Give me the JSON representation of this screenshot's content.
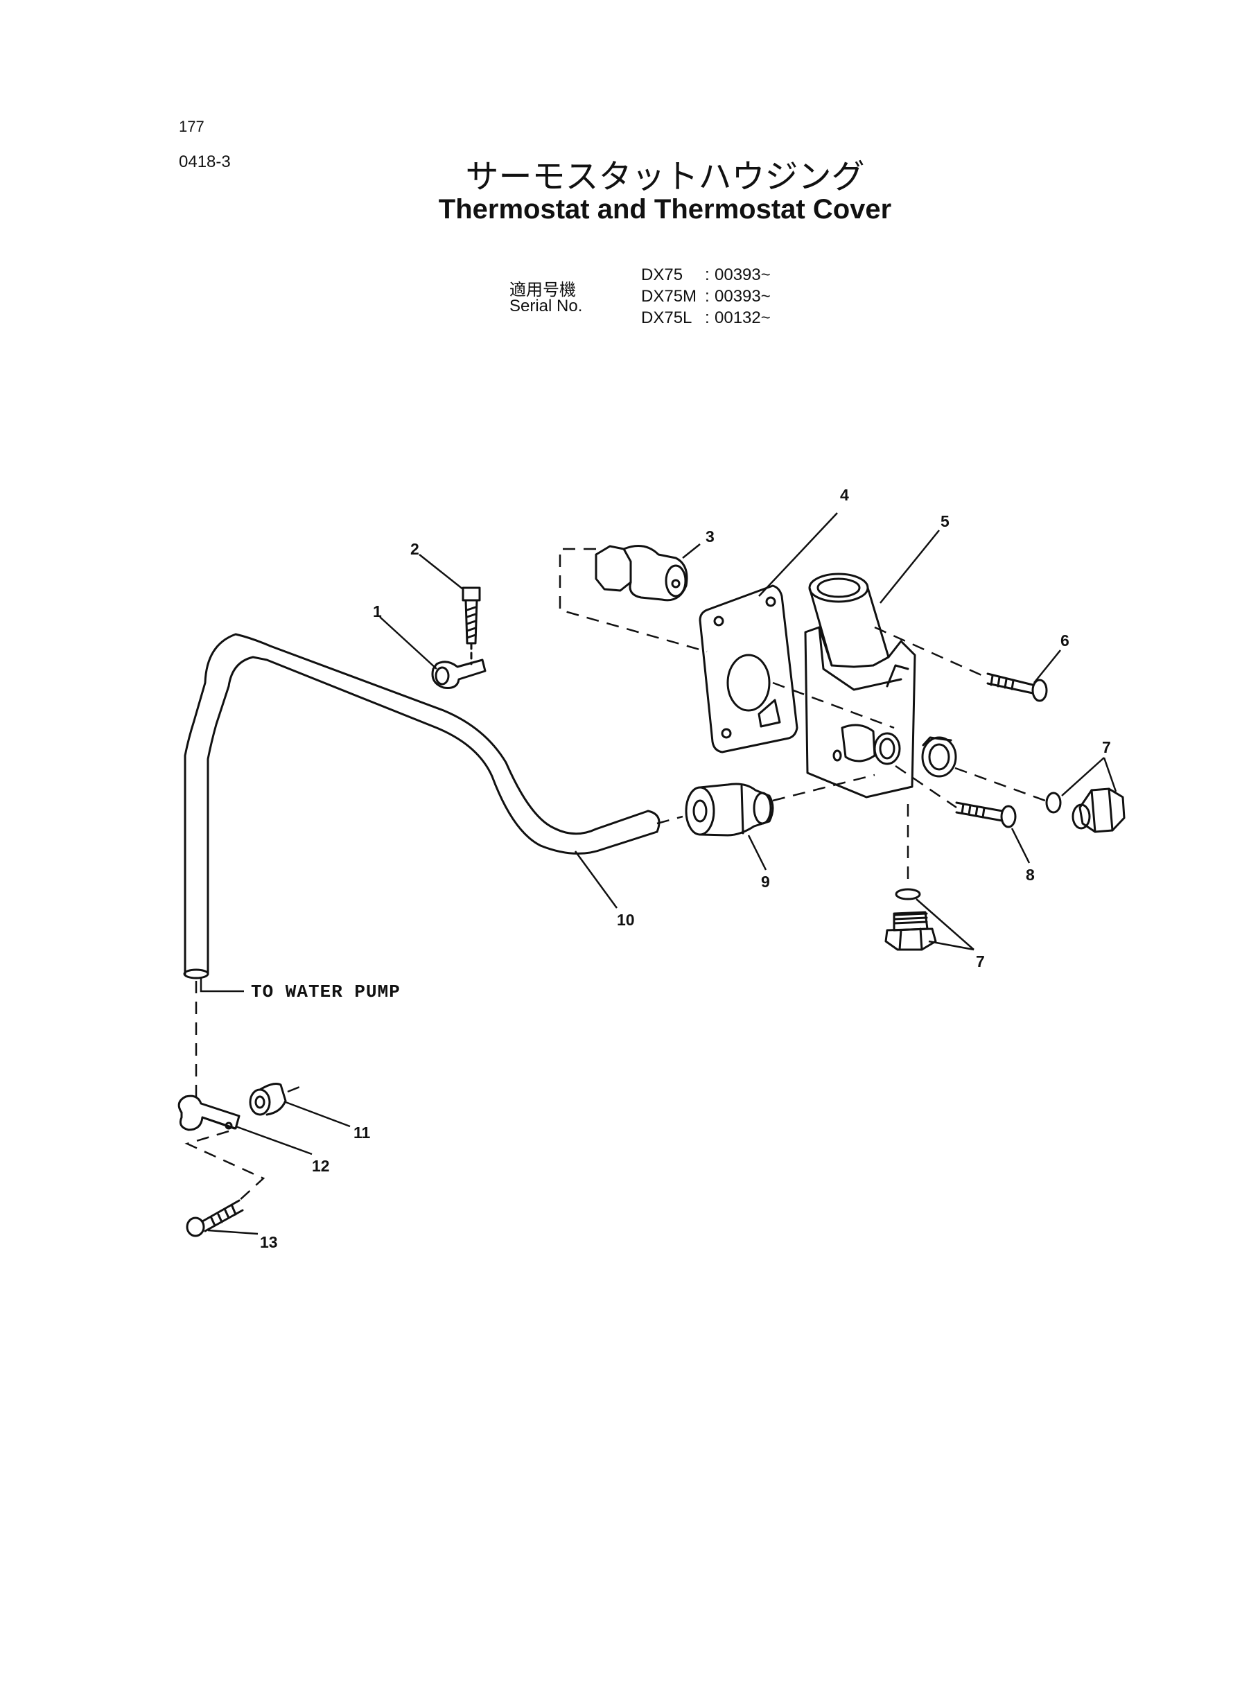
{
  "header": {
    "page_number": "177",
    "doc_code": "0418-3",
    "title_jp": "サーモスタットハウジング",
    "title_en": "Thermostat and Thermostat Cover"
  },
  "serial": {
    "label_jp": "適用号機",
    "label_en": "Serial No.",
    "rows": [
      {
        "model": "DX75",
        "sep": ":",
        "number": "00393~"
      },
      {
        "model": "DX75M",
        "sep": ":",
        "number": "00393~"
      },
      {
        "model": "DX75L",
        "sep": ":",
        "number": "00132~"
      }
    ]
  },
  "diagram": {
    "callouts": [
      "1",
      "2",
      "3",
      "4",
      "5",
      "6",
      "7",
      "7",
      "8",
      "9",
      "10",
      "11",
      "12",
      "13"
    ],
    "pump_label": "TO WATER PUMP"
  }
}
